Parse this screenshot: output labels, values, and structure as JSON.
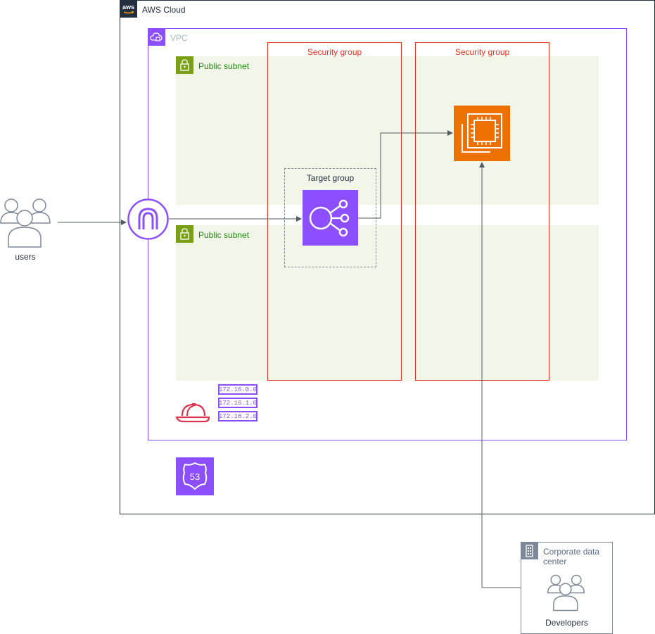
{
  "aws_cloud": {
    "label": "AWS Cloud",
    "logo_text": "aws"
  },
  "vpc": {
    "label": "VPC"
  },
  "subnets": [
    {
      "label": "Public subnet"
    },
    {
      "label": "Public subnet"
    }
  ],
  "security_groups": [
    {
      "label": "Security group"
    },
    {
      "label": "Security group"
    }
  ],
  "target_group": {
    "label": "Target group"
  },
  "users": {
    "label": "users"
  },
  "ip_ranges": [
    "172.16.0.0",
    "172.16.1.0",
    "172.16.2.0"
  ],
  "route53": {
    "label": "53"
  },
  "corporate_data_center": {
    "label": "Corporate data center"
  },
  "developers": {
    "label": "Developers"
  },
  "colors": {
    "aws_cloud": "#232f3e",
    "vpc": "#8c4fff",
    "subnet_fill": "#f2f6e8",
    "subnet_text": "#248814",
    "security_group": "#dd3522",
    "compute": "#ed7100",
    "networking": "#8c4fff"
  },
  "icons": [
    "aws-logo-icon",
    "vpc-cloud-icon",
    "lock-icon",
    "load-balancer-icon",
    "ec2-chip-icon",
    "internet-gateway-icon",
    "users-icon",
    "route53-shield-icon",
    "helmet-icon",
    "building-icon"
  ]
}
